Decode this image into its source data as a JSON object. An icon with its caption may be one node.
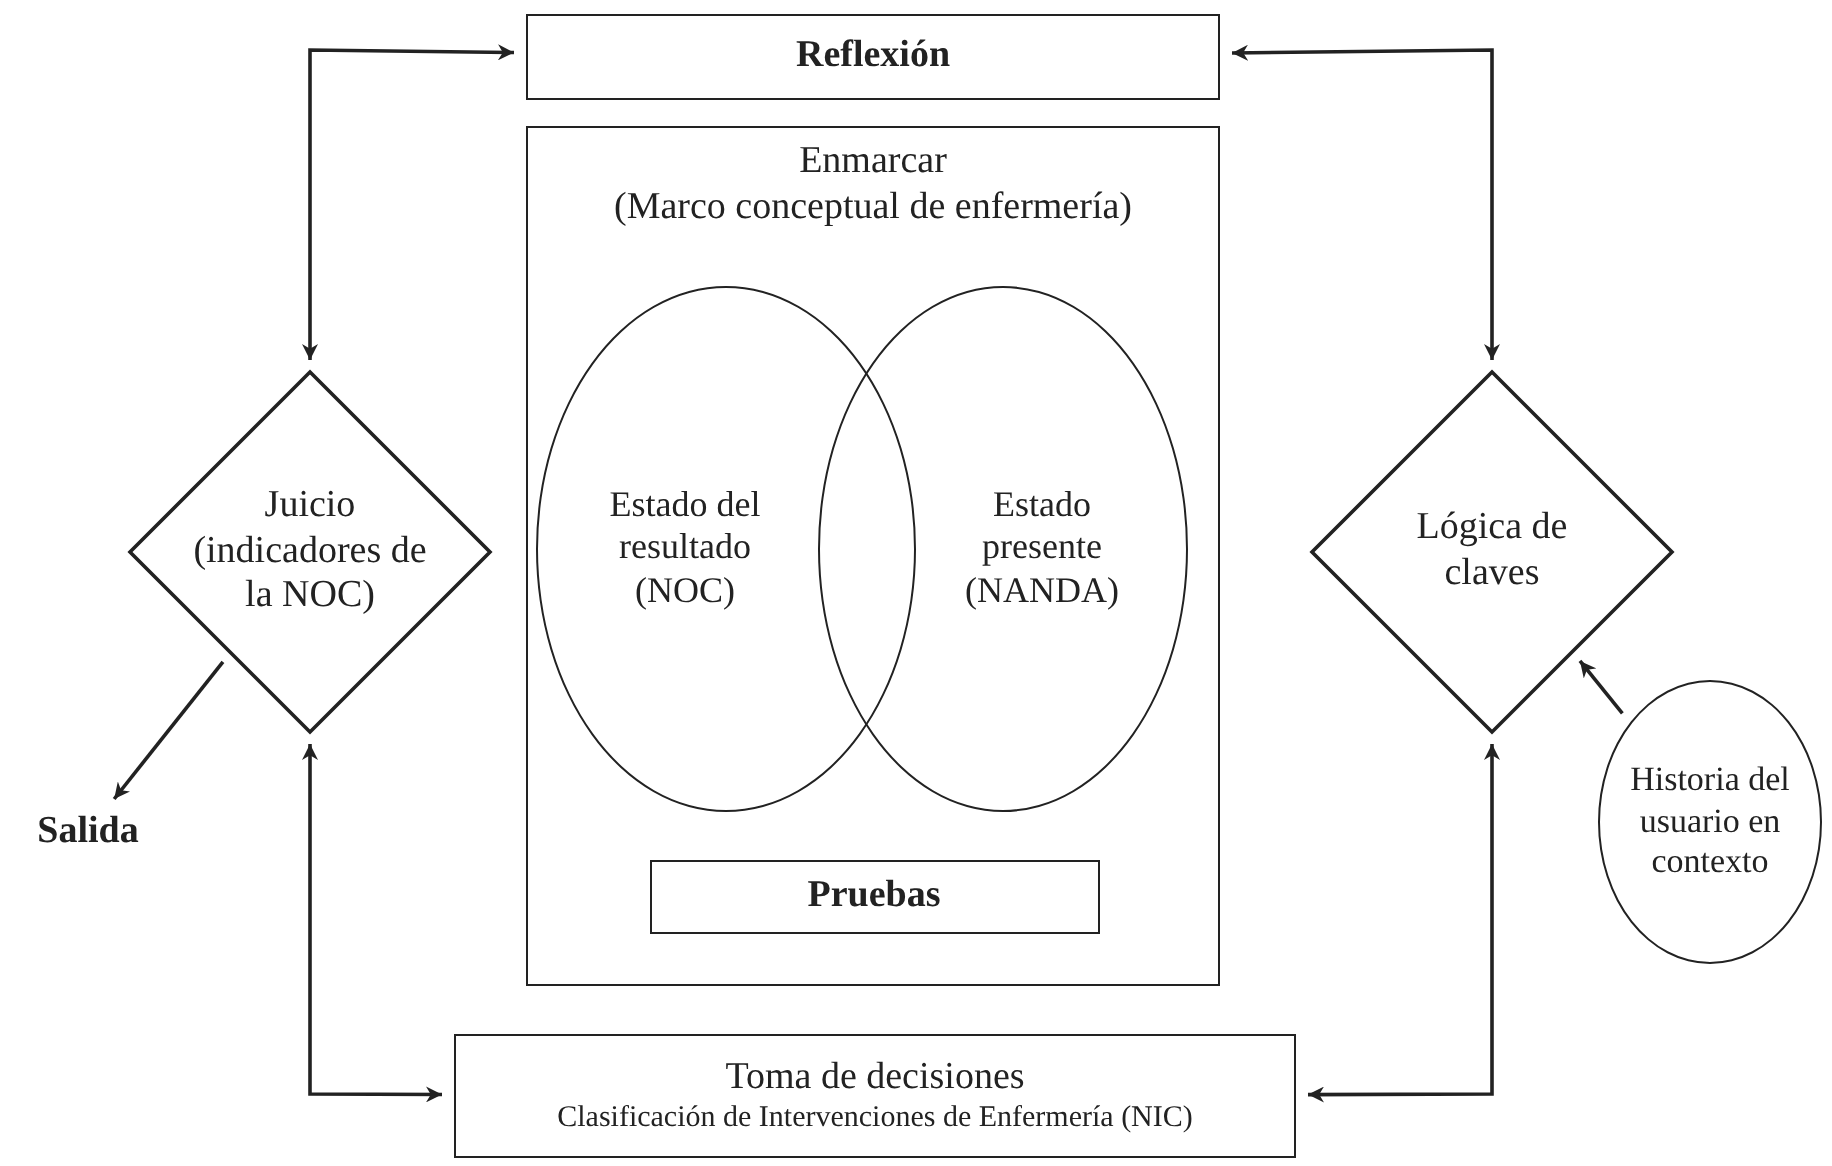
{
  "diagram": {
    "nodes": [
      {
        "text": [
          "Reflexión"
        ]
      },
      {
        "text": [
          "Enmarcar",
          "(Marco conceptual de enfermería)"
        ]
      },
      {
        "text": [
          "Estado del resultado (NOC)"
        ],
        "in": 1
      },
      {
        "text": [
          "Estado presente (NANDA)"
        ],
        "in": 1
      },
      {
        "text": [
          "Pruebas"
        ],
        "in": 1
      },
      {
        "text": [
          "Juicio (indicadores de la NOC)"
        ]
      },
      {
        "text": [
          "Salida"
        ]
      },
      {
        "text": [
          "Lógica de claves"
        ]
      },
      {
        "text": [
          "Historia del usuario en contexto"
        ]
      },
      {
        "text": [
          "Toma de decisiones",
          "Clasificación de Intervenciones de Enfermería (NIC)"
        ]
      }
    ],
    "edges": [
      {
        "from": 5,
        "to": 0,
        "arrow": "both"
      },
      {
        "from": 0,
        "to": 7,
        "arrow": "both"
      },
      {
        "from": 5,
        "to": 6,
        "arrow": "to"
      },
      {
        "from": 9,
        "to": 5,
        "arrow": "both"
      },
      {
        "from": 9,
        "to": 7,
        "arrow": "both"
      },
      {
        "from": 8,
        "to": 7,
        "arrow": "to"
      }
    ]
  }
}
